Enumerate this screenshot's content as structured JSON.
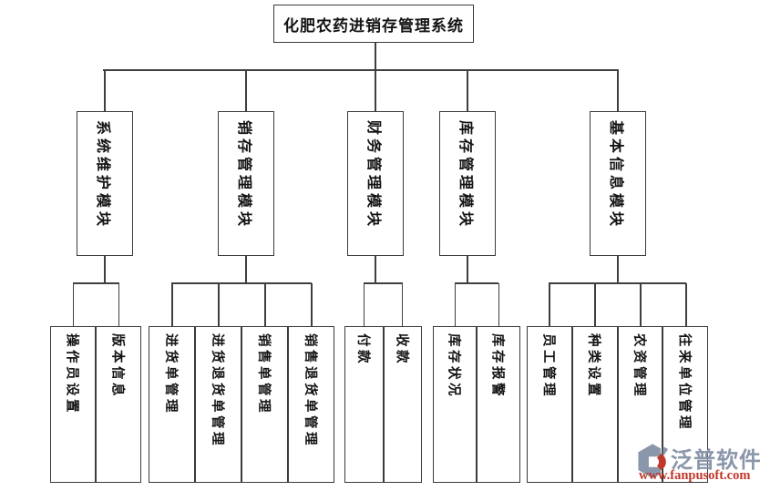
{
  "diagram": {
    "root": {
      "label": "化肥农药进销存管理系统"
    },
    "modules": [
      {
        "label": "系统维护模块",
        "children": [
          {
            "label": "操作员设置"
          },
          {
            "label": "版本信息"
          }
        ]
      },
      {
        "label": "销存管理模块",
        "children": [
          {
            "label": "进货单管理"
          },
          {
            "label": "进货退货单管理"
          },
          {
            "label": "销售单管理"
          },
          {
            "label": "销售退货单管理"
          }
        ]
      },
      {
        "label": "财务管理模块",
        "children": [
          {
            "label": "付款"
          },
          {
            "label": "收款"
          }
        ]
      },
      {
        "label": "库存管理模块",
        "children": [
          {
            "label": "库存状况"
          },
          {
            "label": "库存报警"
          }
        ]
      },
      {
        "label": "基本信息模块",
        "children": [
          {
            "label": "员工管理"
          },
          {
            "label": "种类设置"
          },
          {
            "label": "农资管理"
          },
          {
            "label": "往来单位管理"
          }
        ]
      }
    ]
  },
  "watermark": {
    "brand": "泛普软件",
    "url": "www.fanpusoft.com",
    "brand_color": "#8a96aa",
    "url_color": "#c0372b"
  },
  "colors": {
    "background": "#ffffff",
    "line": "#3f3f3f",
    "text": "#141414"
  }
}
